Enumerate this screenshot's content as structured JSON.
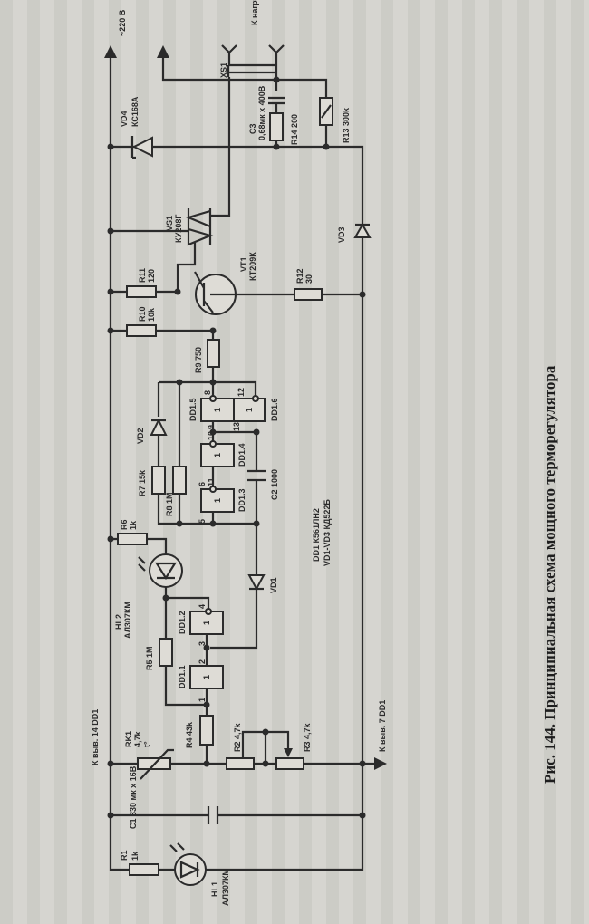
{
  "figure": {
    "caption": "Рис. 144. Принципиальная схема мощного терморегулятора",
    "supply": "~220 В",
    "load": "К нагрузке",
    "pin14": "К выв. 14 DD1",
    "pin7": "К выв. 7 DD1",
    "notes": [
      "DD1 К561ЛН2",
      "VD1-VD3 КД522Б"
    ]
  },
  "components": {
    "xs1": "XS1",
    "vd4": [
      "VD4",
      "КС168А"
    ],
    "c3": [
      "C3",
      "0,68мк х 400В"
    ],
    "r14": "R14  200",
    "r13": "R13  300k",
    "vs1": [
      "VS1",
      "КУ208Г"
    ],
    "vd3": "VD3",
    "r11": [
      "R11",
      "120"
    ],
    "r10": [
      "R10",
      "10k"
    ],
    "vt1": [
      "VT1",
      "КТ209К"
    ],
    "r12": [
      "R12",
      "30"
    ],
    "r9": "R9  750",
    "dd15": "DD1.5",
    "dd16": "DD1.6",
    "dd14": "DD1.4",
    "dd13": "DD1.3",
    "dd12": "DD1.2",
    "dd11": "DD1.1",
    "gate_symbol": "1",
    "pins": [
      "8",
      "12",
      "9",
      "13",
      "10",
      "6",
      "11",
      "5",
      "4",
      "3",
      "2",
      "1"
    ],
    "vd2": "VD2",
    "r7": "R7  15k",
    "r8": "R8  1M",
    "c2": "C2  1000",
    "r6": [
      "R6",
      "1k"
    ],
    "hl2": [
      "HL2",
      "АЛ307КМ"
    ],
    "vd1": "VD1",
    "r5": "R5  1M",
    "r4": "R4  43k",
    "rk1": [
      "RK1",
      "4,7k",
      "t°"
    ],
    "r2": "R2  4,7k",
    "r3": "R3  4,7k",
    "c1": "C1  330 мк х 16В",
    "r1": [
      "R1",
      "1k"
    ],
    "hl1": [
      "HL1",
      "АЛ307КМ"
    ]
  }
}
